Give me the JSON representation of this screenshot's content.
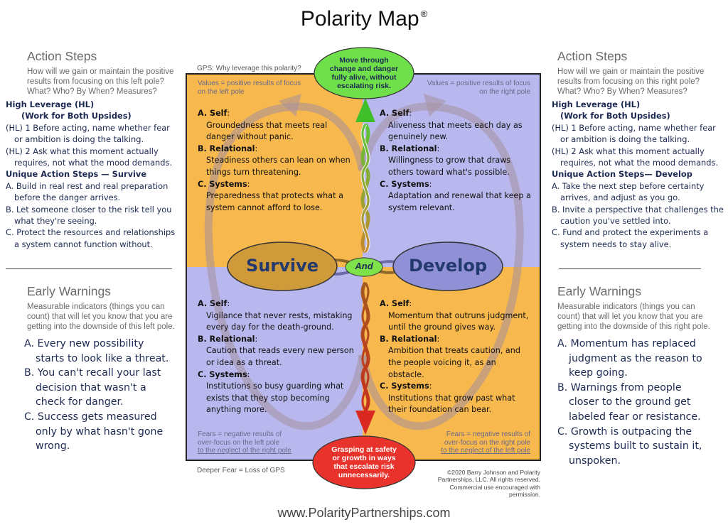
{
  "title": "Polarity Map",
  "title_mark": "®",
  "left": {
    "action_steps_heading": "Action Steps",
    "action_steps_question": [
      "How will we gain or maintain the positive",
      "results from focusing on this left pole?",
      "What? Who? By When? Measures?"
    ],
    "high_leverage_1": "High Leverage (HL)",
    "high_leverage_2": "(Work for Both Upsides)",
    "hl_items": [
      "(HL) 1 Before acting, name whether fear or ambition is doing the talking.",
      "(HL) 2 Ask what this moment actually requires, not what the mood demands."
    ],
    "unique_heading": "Unique Action Steps — Survive",
    "unique_items": [
      "A. Build in real rest and real preparation before the danger arrives.",
      "B. Let someone closer to the risk tell you what they're seeing.",
      "C. Protect the resources and relationships a system cannot function without."
    ],
    "early_warnings_heading": "Early Warnings",
    "early_warnings_question": [
      "Measurable indicators (things you can",
      "count) that will let you know that you are",
      "getting into the downside of this left pole."
    ],
    "warnings": [
      "A. Every new possibility starts to look like a threat.",
      "B. You can't recall your last decision that wasn't a check for danger.",
      "C. Success gets measured only by what hasn't gone wrong."
    ]
  },
  "right": {
    "action_steps_heading": "Action Steps",
    "action_steps_question": [
      "How will we gain or maintain the positive",
      "results from focusing on this right pole?",
      "What? Who? By When? Measures?"
    ],
    "high_leverage_1": "High Leverage (HL)",
    "high_leverage_2": "(Work for Both Upsides)",
    "hl_items": [
      "(HL) 1 Before acting, name whether fear or ambition is doing the talking.",
      "(HL) 2 Ask what this moment actually requires, not what the mood demands."
    ],
    "unique_heading": "Unique Action Steps— Develop",
    "unique_items": [
      "A. Take the next step before certainty arrives, and adjust as you go.",
      "B. Invite a perspective that challenges the caution you've settled into.",
      "C. Fund and protect the experiments a system needs to stay alive."
    ],
    "early_warnings_heading": "Early Warnings",
    "early_warnings_question": [
      "Measurable indicators (things you can",
      "count) that will let you know that you are",
      "getting into the downside of this right pole."
    ],
    "warnings": [
      "A. Momentum has replaced judgment as the reason to keep going.",
      "B. Warnings from people closer to the ground get labeled fear or resistance.",
      "C. Growth is outpacing the systems built to sustain it, unspoken."
    ]
  },
  "map": {
    "gps_label": "GPS: Why leverage this polarity?",
    "gps_bubble": [
      "Move through",
      "change and danger",
      "fully alive, without",
      "escalating risk."
    ],
    "deeper_fear_label": "Deeper Fear = Loss of GPS",
    "fear_bubble": [
      "Grasping at safety",
      "or growth in ways",
      "that escalate risk",
      "unnecessarily."
    ],
    "values_left": [
      "Values = positive results of focus",
      "on the left pole"
    ],
    "values_right": [
      "Values = positive results of focus",
      "on the right pole"
    ],
    "fears_left": [
      "Fears = negative results of",
      "over-focus on the left pole",
      "to the neglect of the right pole"
    ],
    "fears_right": [
      "Fears = negative results of",
      "over-focus on the right pole",
      "to the neglect of the left pole"
    ],
    "left_pole": "Survive",
    "right_pole": "Develop",
    "and_label": "And",
    "upper_left": {
      "self_label": "A. Self",
      "self_text": "Groundedness that meets real danger without panic.",
      "rel_label": "B. Relational",
      "rel_text": "Steadiness others can lean on when things turn threatening.",
      "sys_label": "C. Systems",
      "sys_text": "Preparedness that protects what a system cannot afford to lose."
    },
    "upper_right": {
      "self_label": "A. Self",
      "self_text": "Aliveness that meets each day as genuinely new.",
      "rel_label": "B. Relational",
      "rel_text": "Willingness to grow that draws others toward what's possible.",
      "sys_label": "C. Systems",
      "sys_text": "Adaptation and renewal that keep a system relevant."
    },
    "lower_left": {
      "self_label": "A. Self",
      "self_text": "Vigilance that never rests, mistaking every day for the death-ground.",
      "rel_label": "B. Relational",
      "rel_text": "Caution that reads every new person or idea as a threat.",
      "sys_label": "C. Systems",
      "sys_text": "Institutions so busy guarding what exists that they stop becoming anything more."
    },
    "lower_right": {
      "self_label": "A. Self",
      "self_text": "Momentum that outruns judgment, until the ground gives way.",
      "rel_label": "B. Relational",
      "rel_text": "Ambition that treats caution, and the people voicing it, as an obstacle.",
      "sys_label": "C. Systems",
      "sys_text": "Institutions that grow past what their foundation can bear."
    },
    "copyright": [
      "©2020 Barry Johnson and Polarity",
      "Partnerships, LLC. All rights reserved.",
      "Commercial use encouraged with permission."
    ]
  },
  "footer_url": "www.PolarityPartnerships.com",
  "colors": {
    "orange_quadrant": "#f7b84e",
    "blue_quadrant": "#b9b8ee",
    "survive_oval": "#cf9a3a",
    "develop_oval": "#8f90d6",
    "gps_bubble": "#6fe04a",
    "fear_bubble": "#e8332c",
    "text_navy": "#1d2a52"
  }
}
